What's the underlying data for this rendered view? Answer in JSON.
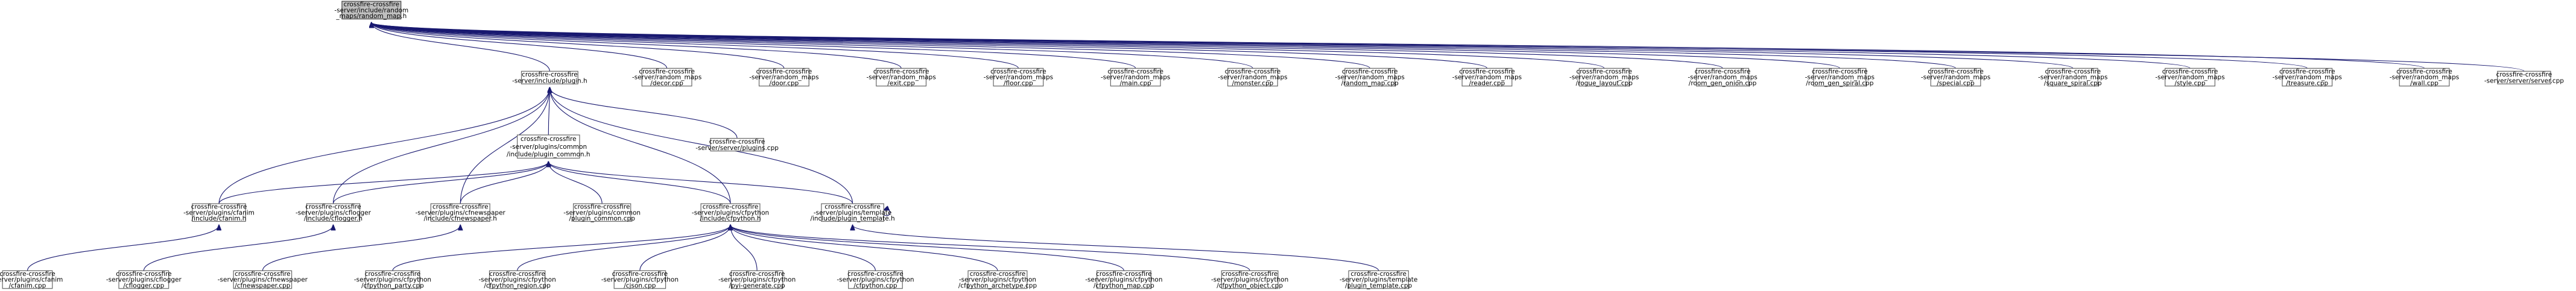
{
  "nodes": [
    {
      "id": "random_map_h",
      "lines": [
        "crossfire-crossfire",
        "-server/include/random",
        "_maps/random_map.h"
      ],
      "highlight": true
    },
    {
      "id": "plugin_h",
      "lines": [
        "crossfire-crossfire",
        "-server/include/plugin.h"
      ]
    },
    {
      "id": "decor",
      "lines": [
        "crossfire-crossfire",
        "-server/random_maps",
        "/decor.cpp"
      ]
    },
    {
      "id": "door",
      "lines": [
        "crossfire-crossfire",
        "-server/random_maps",
        "/door.cpp"
      ]
    },
    {
      "id": "exit",
      "lines": [
        "crossfire-crossfire",
        "-server/random_maps",
        "/exit.cpp"
      ]
    },
    {
      "id": "floor",
      "lines": [
        "crossfire-crossfire",
        "-server/random_maps",
        "/floor.cpp"
      ]
    },
    {
      "id": "main",
      "lines": [
        "crossfire-crossfire",
        "-server/random_maps",
        "/main.cpp"
      ]
    },
    {
      "id": "monster",
      "lines": [
        "crossfire-crossfire",
        "-server/random_maps",
        "/monster.cpp"
      ]
    },
    {
      "id": "random_map_cpp",
      "lines": [
        "crossfire-crossfire",
        "-server/random_maps",
        "/random_map.cpp"
      ]
    },
    {
      "id": "reader",
      "lines": [
        "crossfire-crossfire",
        "-server/random_maps",
        "/reader.cpp"
      ]
    },
    {
      "id": "rogue_layout",
      "lines": [
        "crossfire-crossfire",
        "-server/random_maps",
        "/rogue_layout.cpp"
      ]
    },
    {
      "id": "room_gen_onion",
      "lines": [
        "crossfire-crossfire",
        "-server/random_maps",
        "/room_gen_onion.cpp"
      ]
    },
    {
      "id": "room_gen_spiral",
      "lines": [
        "crossfire-crossfire",
        "-server/random_maps",
        "/room_gen_spiral.cpp"
      ]
    },
    {
      "id": "special",
      "lines": [
        "crossfire-crossfire",
        "-server/random_maps",
        "/special.cpp"
      ]
    },
    {
      "id": "square_spiral",
      "lines": [
        "crossfire-crossfire",
        "-server/random_maps",
        "/square_spiral.cpp"
      ]
    },
    {
      "id": "style",
      "lines": [
        "crossfire-crossfire",
        "-server/random_maps",
        "/style.cpp"
      ]
    },
    {
      "id": "treasure",
      "lines": [
        "crossfire-crossfire",
        "-server/random_maps",
        "/treasure.cpp"
      ]
    },
    {
      "id": "wall",
      "lines": [
        "crossfire-crossfire",
        "-server/random_maps",
        "/wall.cpp"
      ]
    },
    {
      "id": "server_cpp",
      "lines": [
        "crossfire-crossfire",
        "-server/server/server.cpp"
      ]
    },
    {
      "id": "plugin_common_h",
      "lines": [
        "crossfire-crossfire",
        "-server/plugins/common",
        "/include/plugin_common.h"
      ]
    },
    {
      "id": "plugins_cpp",
      "lines": [
        "crossfire-crossfire",
        "-server/server/plugins.cpp"
      ]
    },
    {
      "id": "cfanim_h",
      "lines": [
        "crossfire-crossfire",
        "-server/plugins/cfanim",
        "/include/cfanim.h"
      ]
    },
    {
      "id": "cflogger_h",
      "lines": [
        "crossfire-crossfire",
        "-server/plugins/cflogger",
        "/include/cflogger.h"
      ]
    },
    {
      "id": "cfnewspaper_h",
      "lines": [
        "crossfire-crossfire",
        "-server/plugins/cfnewspaper",
        "/include/cfnewspaper.h"
      ]
    },
    {
      "id": "plugin_common_cpp",
      "lines": [
        "crossfire-crossfire",
        "-server/plugins/common",
        "/plugin_common.cpp"
      ]
    },
    {
      "id": "cfpython_h",
      "lines": [
        "crossfire-crossfire",
        "-server/plugins/cfpython",
        "/include/cfpython.h"
      ]
    },
    {
      "id": "plugin_template_h",
      "lines": [
        "crossfire-crossfire",
        "-server/plugins/template",
        "/include/plugin_template.h"
      ]
    },
    {
      "id": "cfanim_cpp",
      "lines": [
        "crossfire-crossfire",
        "-server/plugins/cfanim",
        "/cfanim.cpp"
      ]
    },
    {
      "id": "cflogger_cpp",
      "lines": [
        "crossfire-crossfire",
        "-server/plugins/cflogger",
        "/cflogger.cpp"
      ]
    },
    {
      "id": "cfnewspaper_cpp",
      "lines": [
        "crossfire-crossfire",
        "-server/plugins/cfnewspaper",
        "/cfnewspaper.cpp"
      ]
    },
    {
      "id": "cfpython_party",
      "lines": [
        "crossfire-crossfire",
        "-server/plugins/cfpython",
        "/cfpython_party.cpp"
      ]
    },
    {
      "id": "cfpython_region",
      "lines": [
        "crossfire-crossfire",
        "-server/plugins/cfpython",
        "/cfpython_region.cpp"
      ]
    },
    {
      "id": "cjson",
      "lines": [
        "crossfire-crossfire",
        "-server/plugins/cfpython",
        "/cjson.cpp"
      ]
    },
    {
      "id": "pyi_generate",
      "lines": [
        "crossfire-crossfire",
        "-server/plugins/cfpython",
        "/pyi-generate.cpp"
      ]
    },
    {
      "id": "cfpython_cpp",
      "lines": [
        "crossfire-crossfire",
        "-server/plugins/cfpython",
        "/cfpython.cpp"
      ]
    },
    {
      "id": "cfpython_archetype",
      "lines": [
        "crossfire-crossfire",
        "-server/plugins/cfpython",
        "/cfpython_archetype.cpp"
      ]
    },
    {
      "id": "cfpython_map",
      "lines": [
        "crossfire-crossfire",
        "-server/plugins/cfpython",
        "/cfpython_map.cpp"
      ]
    },
    {
      "id": "cfpython_object",
      "lines": [
        "crossfire-crossfire",
        "-server/plugins/cfpython",
        "/cfpython_object.cpp"
      ]
    },
    {
      "id": "plugin_template_cpp",
      "lines": [
        "crossfire-crossfire",
        "-server/plugins/template",
        "/plugin_template.cpp"
      ]
    }
  ],
  "edges": [
    [
      "random_map_h",
      "plugin_h"
    ],
    [
      "random_map_h",
      "decor"
    ],
    [
      "random_map_h",
      "door"
    ],
    [
      "random_map_h",
      "exit"
    ],
    [
      "random_map_h",
      "floor"
    ],
    [
      "random_map_h",
      "main"
    ],
    [
      "random_map_h",
      "monster"
    ],
    [
      "random_map_h",
      "random_map_cpp"
    ],
    [
      "random_map_h",
      "reader"
    ],
    [
      "random_map_h",
      "rogue_layout"
    ],
    [
      "random_map_h",
      "room_gen_onion"
    ],
    [
      "random_map_h",
      "room_gen_spiral"
    ],
    [
      "random_map_h",
      "special"
    ],
    [
      "random_map_h",
      "square_spiral"
    ],
    [
      "random_map_h",
      "style"
    ],
    [
      "random_map_h",
      "treasure"
    ],
    [
      "random_map_h",
      "wall"
    ],
    [
      "random_map_h",
      "server_cpp"
    ],
    [
      "plugin_h",
      "plugin_common_h"
    ],
    [
      "plugin_h",
      "plugins_cpp"
    ],
    [
      "plugin_h",
      "cfanim_h"
    ],
    [
      "plugin_h",
      "cflogger_h"
    ],
    [
      "plugin_h",
      "cfnewspaper_h"
    ],
    [
      "plugin_h",
      "cfpython_h"
    ],
    [
      "plugin_h",
      "plugin_template_h"
    ],
    [
      "plugin_common_h",
      "cfanim_h"
    ],
    [
      "plugin_common_h",
      "cflogger_h"
    ],
    [
      "plugin_common_h",
      "cfnewspaper_h"
    ],
    [
      "plugin_common_h",
      "plugin_common_cpp"
    ],
    [
      "plugin_common_h",
      "cfpython_h"
    ],
    [
      "plugin_common_h",
      "plugin_template_h"
    ],
    [
      "cfanim_h",
      "cfanim_cpp"
    ],
    [
      "cflogger_h",
      "cflogger_cpp"
    ],
    [
      "cfnewspaper_h",
      "cfnewspaper_cpp"
    ],
    [
      "cfpython_h",
      "cfpython_party"
    ],
    [
      "cfpython_h",
      "cfpython_region"
    ],
    [
      "cfpython_h",
      "cjson"
    ],
    [
      "cfpython_h",
      "pyi_generate"
    ],
    [
      "cfpython_h",
      "cfpython_cpp"
    ],
    [
      "cfpython_h",
      "cfpython_archetype"
    ],
    [
      "cfpython_h",
      "cfpython_map"
    ],
    [
      "cfpython_h",
      "cfpython_object"
    ],
    [
      "plugin_template_h",
      "plugin_template_cpp"
    ],
    [
      "plugin_template_h",
      "plugin_template_h"
    ]
  ],
  "colors": {
    "edge": "#191970",
    "node_border": "#666666",
    "highlight_fill": "#bfbfbf"
  }
}
